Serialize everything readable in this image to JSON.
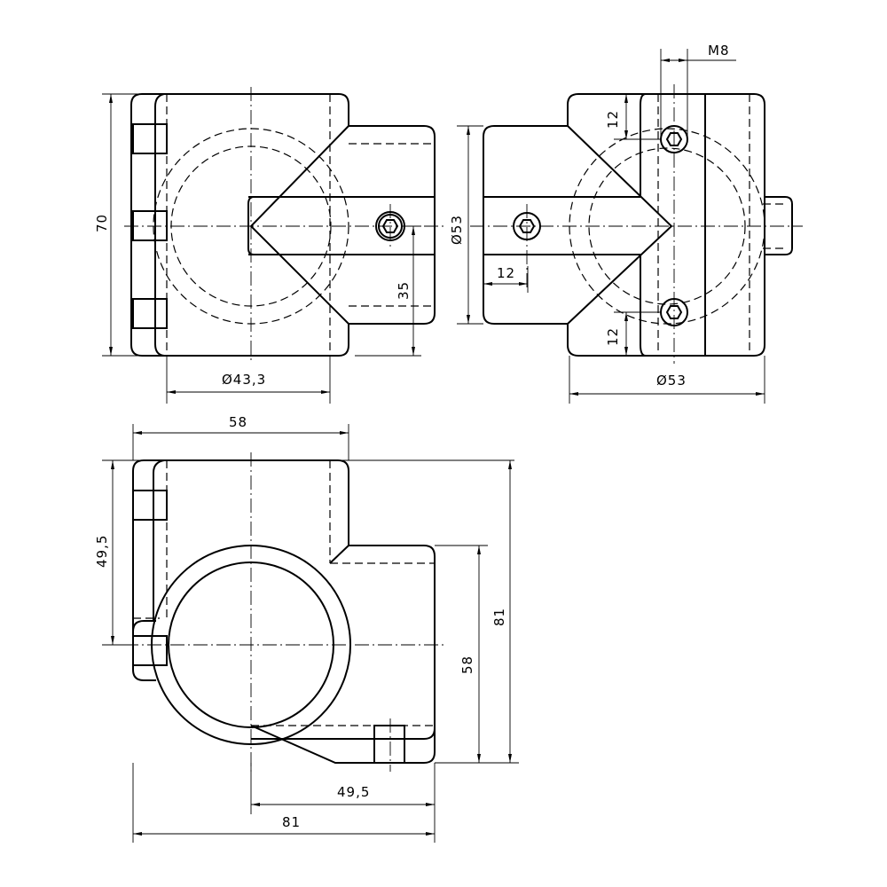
{
  "views": {
    "front": {
      "height_label": "70",
      "bore_label": "Ø43,3",
      "offset_label": "35"
    },
    "side": {
      "thread_label": "M8",
      "top_offset_label": "12",
      "bottom_offset_label": "12",
      "branch_offset_label": "12",
      "branch_dia_label": "Ø53",
      "main_dia_label": "Ø53"
    },
    "top": {
      "width_label": "58",
      "bore_center_label": "49,5",
      "total_height_label": "81",
      "branch_height_label": "58",
      "branch_offset_label": "49,5",
      "total_width_label": "81"
    }
  }
}
